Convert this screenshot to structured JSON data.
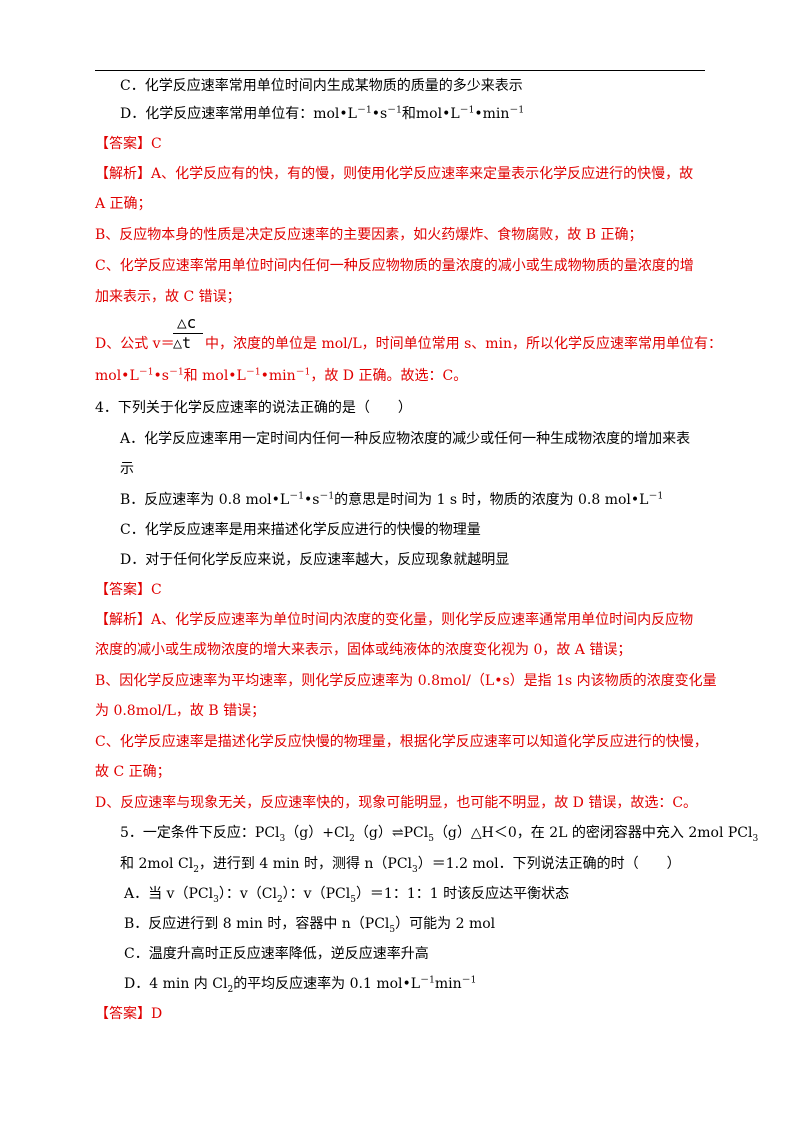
{
  "q3": {
    "optC": "C．化学反应速率常用单位时间内生成某物质的质量的多少来表示",
    "optD_pre": "D．化学反应速率常用单位有：mol•L",
    "optD_mid1": "•s",
    "optD_mid2": "和mol•L",
    "optD_mid3": "•min",
    "sup_neg1": "－1",
    "answer": "【答案】C",
    "exp1": "【解析】A、化学反应有的快，有的慢，则使用化学反应速率来定量表示化学反应进行的快慢，故",
    "exp2": "A 正确；",
    "exp3": "B、反应物本身的性质是决定反应速率的主要因素，如火药爆炸、食物腐败，故 B 正确；",
    "exp4": "C、化学反应速率常用单位时间内任何一种反应物物质的量浓度的减小或生成物物质的量浓度的增",
    "exp5": "加来表示，故 C 错误；",
    "exp6_pre": "D、公式 v＝",
    "frac_num": "△c",
    "frac_den": "△t",
    "exp6_post": "中，浓度的单位是 mol/L，时间单位常用 s、min，所以化学反应速率常用单位有：",
    "exp7_a": "mol•L",
    "exp7_b": "•s",
    "exp7_c": "和 mol•L",
    "exp7_d": "•min",
    "exp7_e": "，故 D 正确。故选：C。"
  },
  "q4": {
    "stem": "4．下列关于化学反应速率的说法正确的是（　　）",
    "optA1": "A．化学反应速率用一定时间内任何一种反应物浓度的减少或任何一种生成物浓度的增加来表",
    "optA2": "示",
    "optB_pre": "B．反应速率为 0.8  mol•L",
    "optB_mid": "•s",
    "optB_post": "的意思是时间为 1  s 时，物质的浓度为 0.8  mol•L",
    "optC": "C．化学反应速率是用来描述化学反应进行的快慢的物理量",
    "optD": "D．对于任何化学反应来说，反应速率越大，反应现象就越明显",
    "answer": "【答案】C",
    "exp1": "【解析】A、化学反应速率为单位时间内浓度的变化量，则化学反应速率通常用单位时间内反应物",
    "exp2": "浓度的减小或生成物浓度的增大来表示，固体或纯液体的浓度变化视为 0，故 A 错误；",
    "exp3": "B、因化学反应速率为平均速率，则化学反应速率为 0.8mol/（L•s）是指 1s 内该物质的浓度变化量",
    "exp4": "为 0.8mol/L，故 B 错误；",
    "exp5": "C、化学反应速率是描述化学反应快慢的物理量，根据化学反应速率可以知道化学反应进行的快慢，",
    "exp6": "故 C 正确；",
    "exp7": "D、反应速率与现象无关，反应速率快的，现象可能明显，也可能不明显，故 D 错误，故选：C。"
  },
  "q5": {
    "stem1_a": "5．一定条件下反应：PCl",
    "stem1_b": "（g）+Cl",
    "stem1_c": "（g）⇌PCl",
    "stem1_d": "（g）△H＜0，在 2L 的密闭容器中充入 2mol  PCl",
    "stem2_a": "和 2mol  Cl",
    "stem2_b": "，进行到 4  min 时，测得 n（PCl",
    "stem2_c": "）＝1.2  mol．下列说法正确的时（　　）",
    "optA_a": "A．当 v（PCl",
    "optA_b": "）：v（Cl",
    "optA_c": "）：v（PCl",
    "optA_d": "）＝1：1：1 时该反应达平衡状态",
    "optB_a": "B．反应进行到 8  min 时，容器中 n（PCl",
    "optB_b": "）可能为 2  mol",
    "optC": "C．温度升高时正反应速率降低，逆反应速率升高",
    "optD_a": "D．4  min 内 Cl",
    "optD_b": "的平均反应速率为 0.1  mol•L",
    "optD_c": "min",
    "answer": "【答案】D",
    "sub3": "3",
    "sub2": "2",
    "sub5": "5"
  }
}
